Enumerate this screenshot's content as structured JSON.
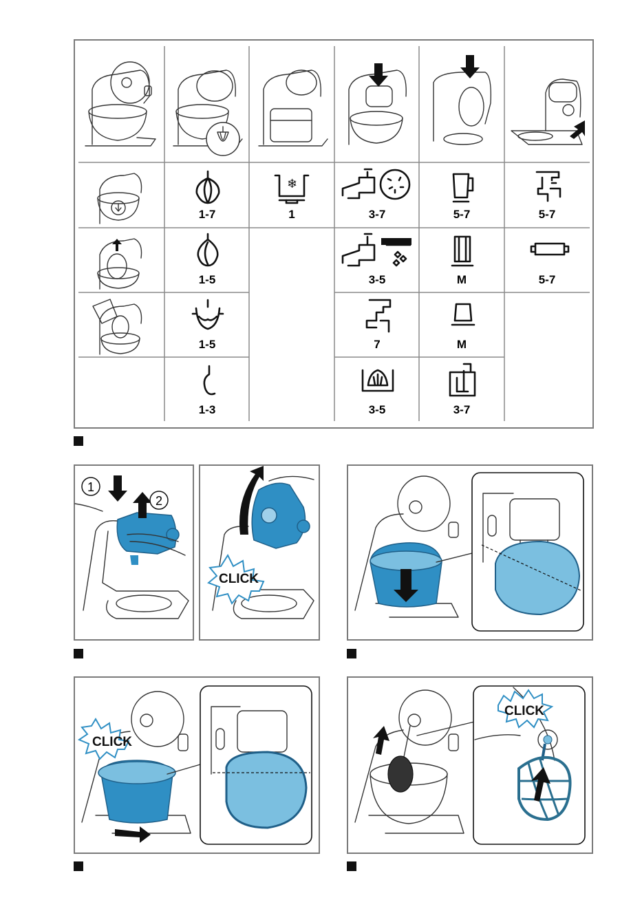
{
  "table": {
    "row1_labels": [
      "1-7",
      "1",
      "3-7",
      "5-7",
      "5-7"
    ],
    "row2_labels": [
      "1-5",
      "3-5",
      "M",
      "5-7"
    ],
    "row3_labels": [
      "1-5",
      "7",
      "M"
    ],
    "row4_labels": [
      "1-3",
      "3-5",
      "3-7"
    ]
  },
  "figures": {
    "step2": {
      "badge1": "1",
      "badge2": "2",
      "click": "CLICK"
    },
    "step4": {
      "click": "CLICK"
    },
    "step5": {
      "click": "CLICK"
    }
  },
  "colors": {
    "accent_blue": "#2f8fc4",
    "light_blue": "#7bbfe0",
    "frame_gray": "#7a7a7a"
  }
}
